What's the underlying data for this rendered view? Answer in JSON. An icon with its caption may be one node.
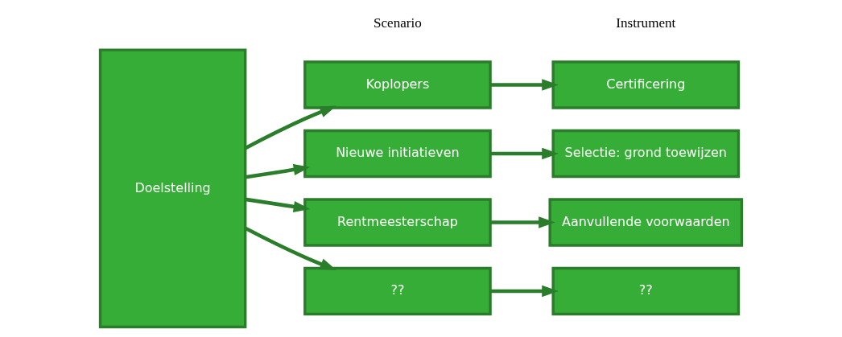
{
  "diagram": {
    "nodes": [
      {
        "text": [
          "Doelstelling"
        ]
      },
      {
        "text": [
          "Koplopers"
        ]
      },
      {
        "text": [
          "Nieuwe initiatieven"
        ]
      },
      {
        "text": [
          "Rentmeesterschap"
        ]
      },
      {
        "text": [
          "??"
        ]
      },
      {
        "text": [
          "Certificering"
        ]
      },
      {
        "text": [
          "Selectie: grond toewijzen"
        ]
      },
      {
        "text": [
          "Aanvullende voorwaarden"
        ]
      },
      {
        "text": [
          "??"
        ]
      }
    ],
    "edges": [
      {
        "from": 0,
        "to": 1,
        "arrow": "to"
      },
      {
        "from": 0,
        "to": 2,
        "arrow": "to"
      },
      {
        "from": 0,
        "to": 3,
        "arrow": "to"
      },
      {
        "from": 0,
        "to": 4,
        "arrow": "to"
      },
      {
        "from": 1,
        "to": 5,
        "arrow": "to"
      },
      {
        "from": 2,
        "to": 6,
        "arrow": "to"
      },
      {
        "from": 3,
        "to": 7,
        "arrow": "to"
      },
      {
        "from": 4,
        "to": 8,
        "arrow": "to"
      }
    ],
    "labels": [
      "Scenario",
      "Instrument"
    ]
  }
}
